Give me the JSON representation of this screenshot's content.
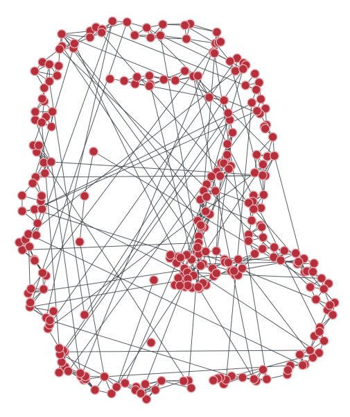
{
  "figure": {
    "kind": "network-graph",
    "layout_shape": "closed loop with a dense cluster near the lower middle",
    "node_count_approx": 250,
    "node_color": "#b5303b",
    "node_stroke": "#e4a7ad",
    "edge_color": "#3a3f45",
    "background": "#ffffff"
  }
}
